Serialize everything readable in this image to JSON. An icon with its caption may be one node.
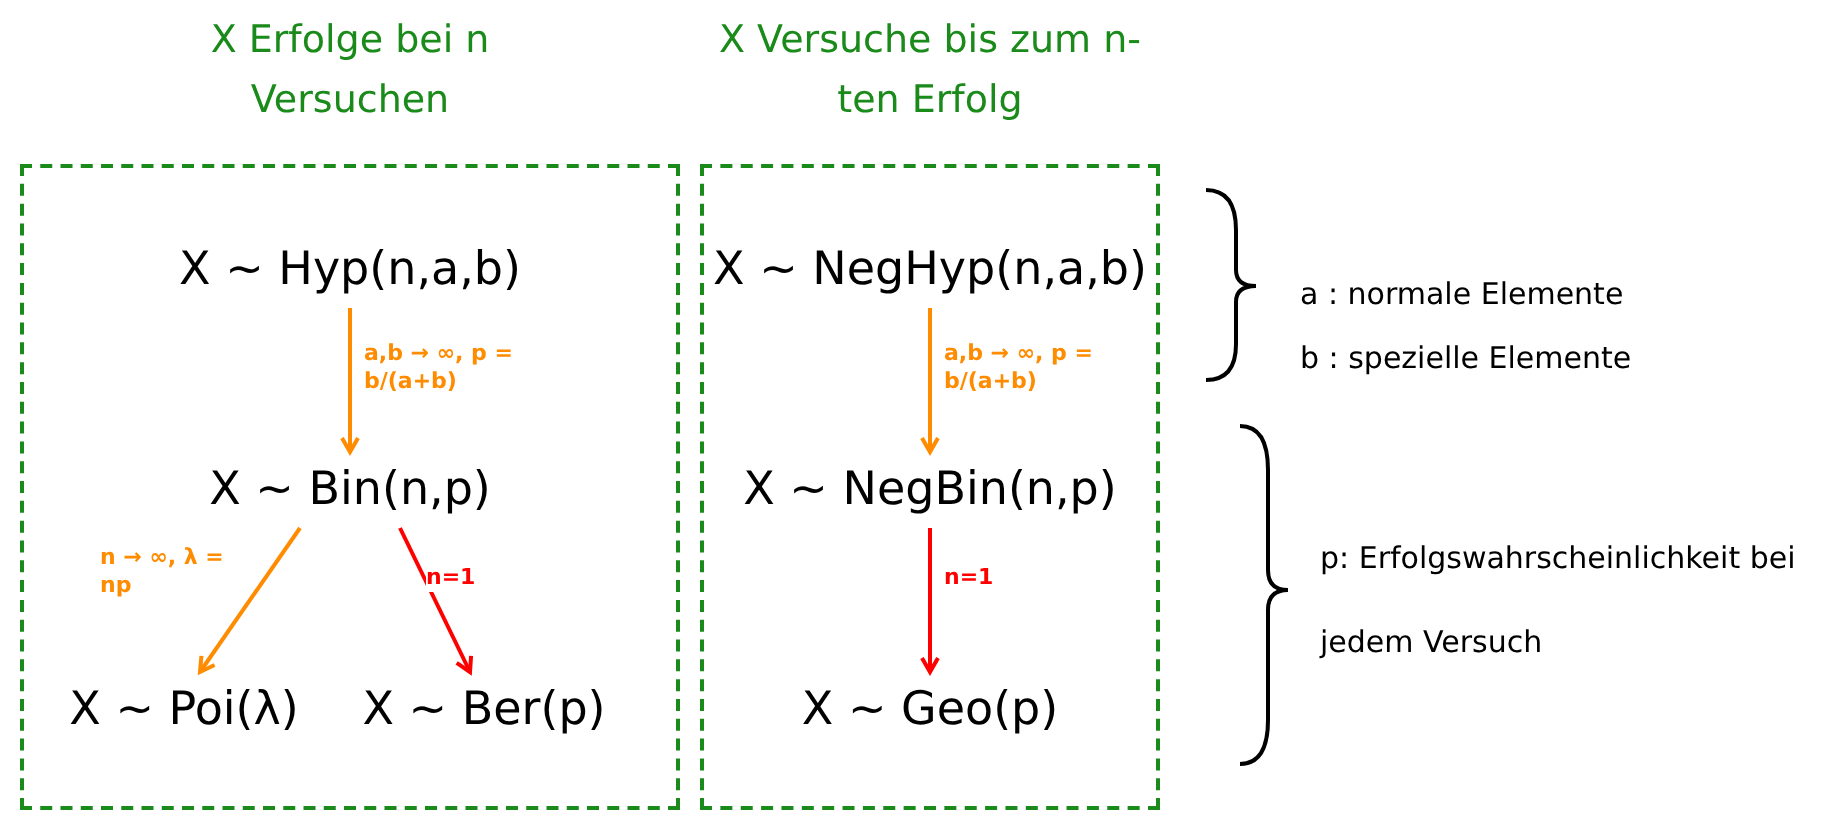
{
  "diagram": {
    "nodes": [
      {
        "text": [
          "X Erfolge bei n Versuchen"
        ]
      },
      {
        "text": [
          "X ~ Hyp(n,a,b)"
        ],
        "in": 0
      },
      {
        "text": [
          "X ~ Bin(n,p)"
        ],
        "in": 0
      },
      {
        "text": [
          "X ~ Poi(λ)"
        ],
        "in": 0
      },
      {
        "text": [
          "X ~ Ber(p)"
        ],
        "in": 0
      },
      {
        "text": [
          "X Versuche bis zum n-ten Erfolg"
        ]
      },
      {
        "text": [
          "X ~ NegHyp(n,a,b)"
        ],
        "in": 5
      },
      {
        "text": [
          "X ~ NegBin(n,p)"
        ],
        "in": 5
      },
      {
        "text": [
          "X ~ Geo(p)"
        ],
        "in": 5
      }
    ],
    "edges": [
      {
        "from": 1,
        "to": 2,
        "arrow": "to",
        "label": "a,b → ∞, p = b/(a+b)"
      },
      {
        "from": 2,
        "to": 3,
        "arrow": "to",
        "label": "n → ∞, λ = np"
      },
      {
        "from": 2,
        "to": 4,
        "arrow": "to",
        "label": "n=1",
        "color": "#ff0000"
      },
      {
        "from": 6,
        "to": 7,
        "arrow": "to",
        "label": "a,b → ∞, p = b/(a+b)"
      },
      {
        "from": 7,
        "to": 8,
        "arrow": "to",
        "label": "n=1",
        "color": "#ff0000"
      }
    ],
    "labels": [
      "a : normale Elemente",
      "b : spezielle Elemente",
      "p: Erfolgswahrscheinlichkeit bei jedem Versuch"
    ]
  }
}
